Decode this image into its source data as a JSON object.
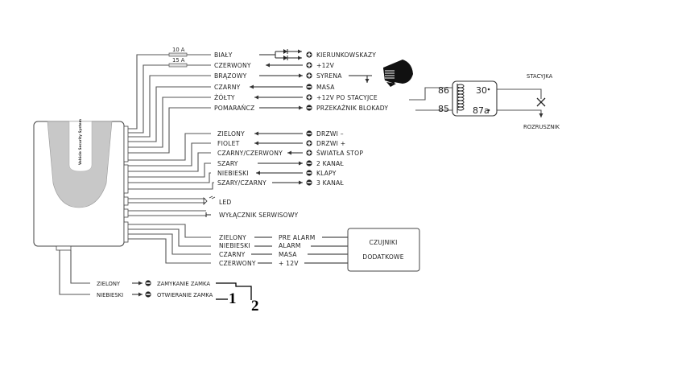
{
  "control_unit": {
    "label": "Vehicle Security System"
  },
  "fuses": [
    "10 A",
    "15 A"
  ],
  "top_group": [
    {
      "wire": "BIAŁY",
      "terminal": "KIERUNKOWSKAZY",
      "polarity": "plus",
      "direction": "out",
      "via_diodes": true,
      "fuse": "10 A"
    },
    {
      "wire": "CZERWONY",
      "terminal": "+12V",
      "polarity": "plus",
      "direction": "in",
      "fuse": "15 A"
    },
    {
      "wire": "BRĄZOWY",
      "terminal": "SYRENA",
      "polarity": "plus",
      "direction": "out"
    },
    {
      "wire": "CZARNY",
      "terminal": "MASA",
      "polarity": "minus",
      "direction": "in"
    },
    {
      "wire": "ŻÓŁTY",
      "terminal": "+12V PO STACYJCE",
      "polarity": "plus",
      "direction": "in"
    },
    {
      "wire": "POMARAŃCZ",
      "terminal": "PRZEKAŹNIK BLOKADY",
      "polarity": "minus",
      "direction": "out"
    }
  ],
  "middle_group": [
    {
      "wire": "ZIELONY",
      "terminal": "DRZWI –",
      "polarity": "minus",
      "direction": "in"
    },
    {
      "wire": "FIOLET",
      "terminal": "DRZWI +",
      "polarity": "plus",
      "direction": "in"
    },
    {
      "wire": "CZARNY/CZERWONY",
      "terminal": "ŚWIATŁA STOP",
      "polarity": "plus",
      "direction": "in"
    },
    {
      "wire": "SZARY",
      "terminal": "2 KANAŁ",
      "polarity": "minus",
      "direction": "out"
    },
    {
      "wire": "NIEBIESKI",
      "terminal": "KLAPY",
      "polarity": "minus",
      "direction": "in"
    },
    {
      "wire": "SZARY/CZARNY",
      "terminal": "3 KANAŁ",
      "polarity": "minus",
      "direction": "out"
    }
  ],
  "led_label": "LED",
  "service_switch_label": "WYŁĄCZNIK SERWISOWY",
  "sensor_group": {
    "rows": [
      {
        "wire": "ZIELONY",
        "function": "PRE ALARM"
      },
      {
        "wire": "NIEBIESKI",
        "function": "ALARM"
      },
      {
        "wire": "CZARNY",
        "function": "MASA"
      },
      {
        "wire": "CZERWONY",
        "function": "+ 12V"
      }
    ],
    "box_line1": "CZUJNIKI",
    "box_line2": "DODATKOWE"
  },
  "lock_group": [
    {
      "wire": "ZIELONY",
      "terminal": "ZAMYKANIE ZAMKA",
      "polarity": "minus",
      "marker": "2"
    },
    {
      "wire": "NIEBIESKI",
      "terminal": "OTWIERANIE ZAMKA",
      "polarity": "minus",
      "marker": "1"
    }
  ],
  "relay": {
    "pins": [
      "86",
      "85",
      "30",
      "87a"
    ],
    "top_label": "STACYJKA",
    "bottom_label": "ROZRUSZNIK"
  },
  "colors": {
    "wire": "#555555",
    "unit_body": "#ffffff",
    "unit_panel": "#c8c8c8",
    "text": "#222222"
  }
}
